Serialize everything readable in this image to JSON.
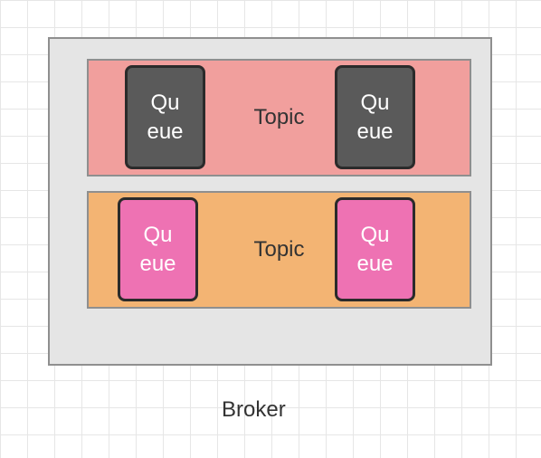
{
  "broker": {
    "label": "Broker"
  },
  "topics": [
    {
      "label": "Topic",
      "queues": [
        {
          "line1": "Qu",
          "line2": "eue"
        },
        {
          "line1": "Qu",
          "line2": "eue"
        }
      ]
    },
    {
      "label": "Topic",
      "queues": [
        {
          "line1": "Qu",
          "line2": "eue"
        },
        {
          "line1": "Qu",
          "line2": "eue"
        }
      ]
    }
  ],
  "colors": {
    "broker_fill": "#e5e5e5",
    "topic1_fill": "#f19f9d",
    "topic2_fill": "#f3b473",
    "queue_dark_fill": "#5a5a5a",
    "queue_pink_fill": "#ee72b3"
  }
}
